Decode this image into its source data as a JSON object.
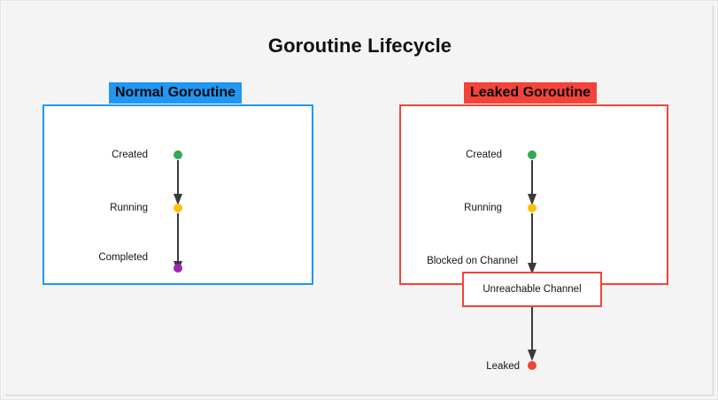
{
  "page": {
    "title": "Goroutine Lifecycle",
    "background_color": "#f4f4f4",
    "frame_border_color": "#cfcfd8"
  },
  "panels": {
    "normal": {
      "header_label": "Normal Goroutine",
      "header_bg": "#2196f3",
      "border_color": "#2196f3",
      "nodes": [
        {
          "label": "Created",
          "dot_color": "#34a853"
        },
        {
          "label": "Running",
          "dot_color": "#ffc107"
        },
        {
          "label": "Completed",
          "dot_color": "#9c27b0"
        }
      ]
    },
    "leaked": {
      "header_label": "Leaked Goroutine",
      "header_bg": "#f4433a",
      "border_color": "#f4433a",
      "nodes": [
        {
          "label": "Created",
          "dot_color": "#34a853"
        },
        {
          "label": "Running",
          "dot_color": "#ffc107"
        },
        {
          "label": "Blocked on Channel",
          "dot_color": null
        },
        {
          "label": "Leaked",
          "dot_color": "#f4433a"
        }
      ],
      "channel_box_label": "Unreachable Channel",
      "channel_box_border": "#f4433a"
    }
  },
  "arrows": {
    "color": "#3a3a3a"
  }
}
